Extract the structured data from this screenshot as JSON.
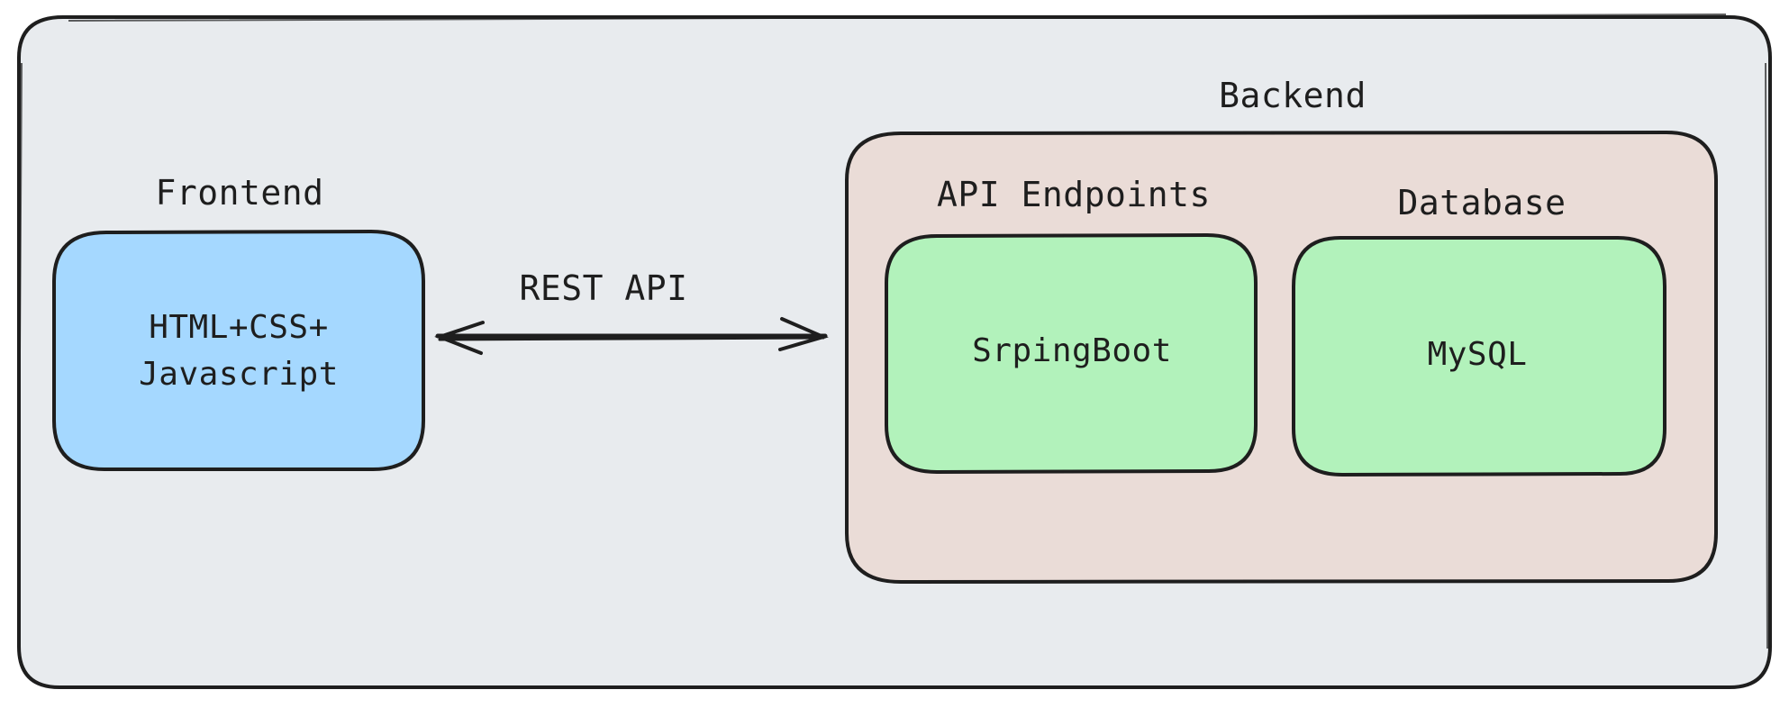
{
  "frontend": {
    "heading": "Frontend",
    "box_lines": [
      "HTML+CSS+",
      "Javascript"
    ]
  },
  "connector": {
    "label": "REST API"
  },
  "backend": {
    "heading": "Backend",
    "api": {
      "heading": "API Endpoints",
      "box_label": "SrpingBoot"
    },
    "database": {
      "heading": "Database",
      "box_label": "MySQL"
    }
  },
  "colors": {
    "outer_fill": "#e8ebee",
    "frontend_fill": "#a5d8ff",
    "backend_fill": "#eadcd7",
    "service_fill": "#b2f2bb",
    "stroke": "#1e1e1e"
  }
}
